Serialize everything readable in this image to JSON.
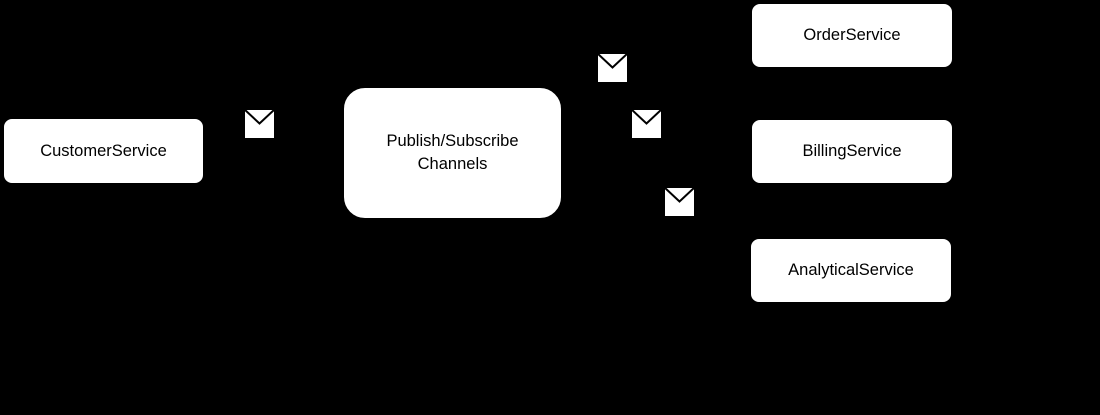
{
  "diagram": {
    "type": "messaging-publish-subscribe-diagram",
    "colors": {
      "background": "#000000",
      "node_fill": "#ffffff",
      "node_border": "#000000",
      "node_text": "#000000",
      "envelope_fill": "#ffffff",
      "envelope_stroke": "#000000"
    },
    "nodes": {
      "customer": {
        "label": "CustomerService"
      },
      "pubsub": {
        "label": "Publish/Subscribe Channels"
      },
      "order": {
        "label": "OrderService"
      },
      "billing": {
        "label": "BillingService"
      },
      "analytical": {
        "label": "AnalyticalService"
      }
    },
    "icons": {
      "message_icon_name": "message-envelope-icon",
      "message_icon_count": 4
    }
  }
}
